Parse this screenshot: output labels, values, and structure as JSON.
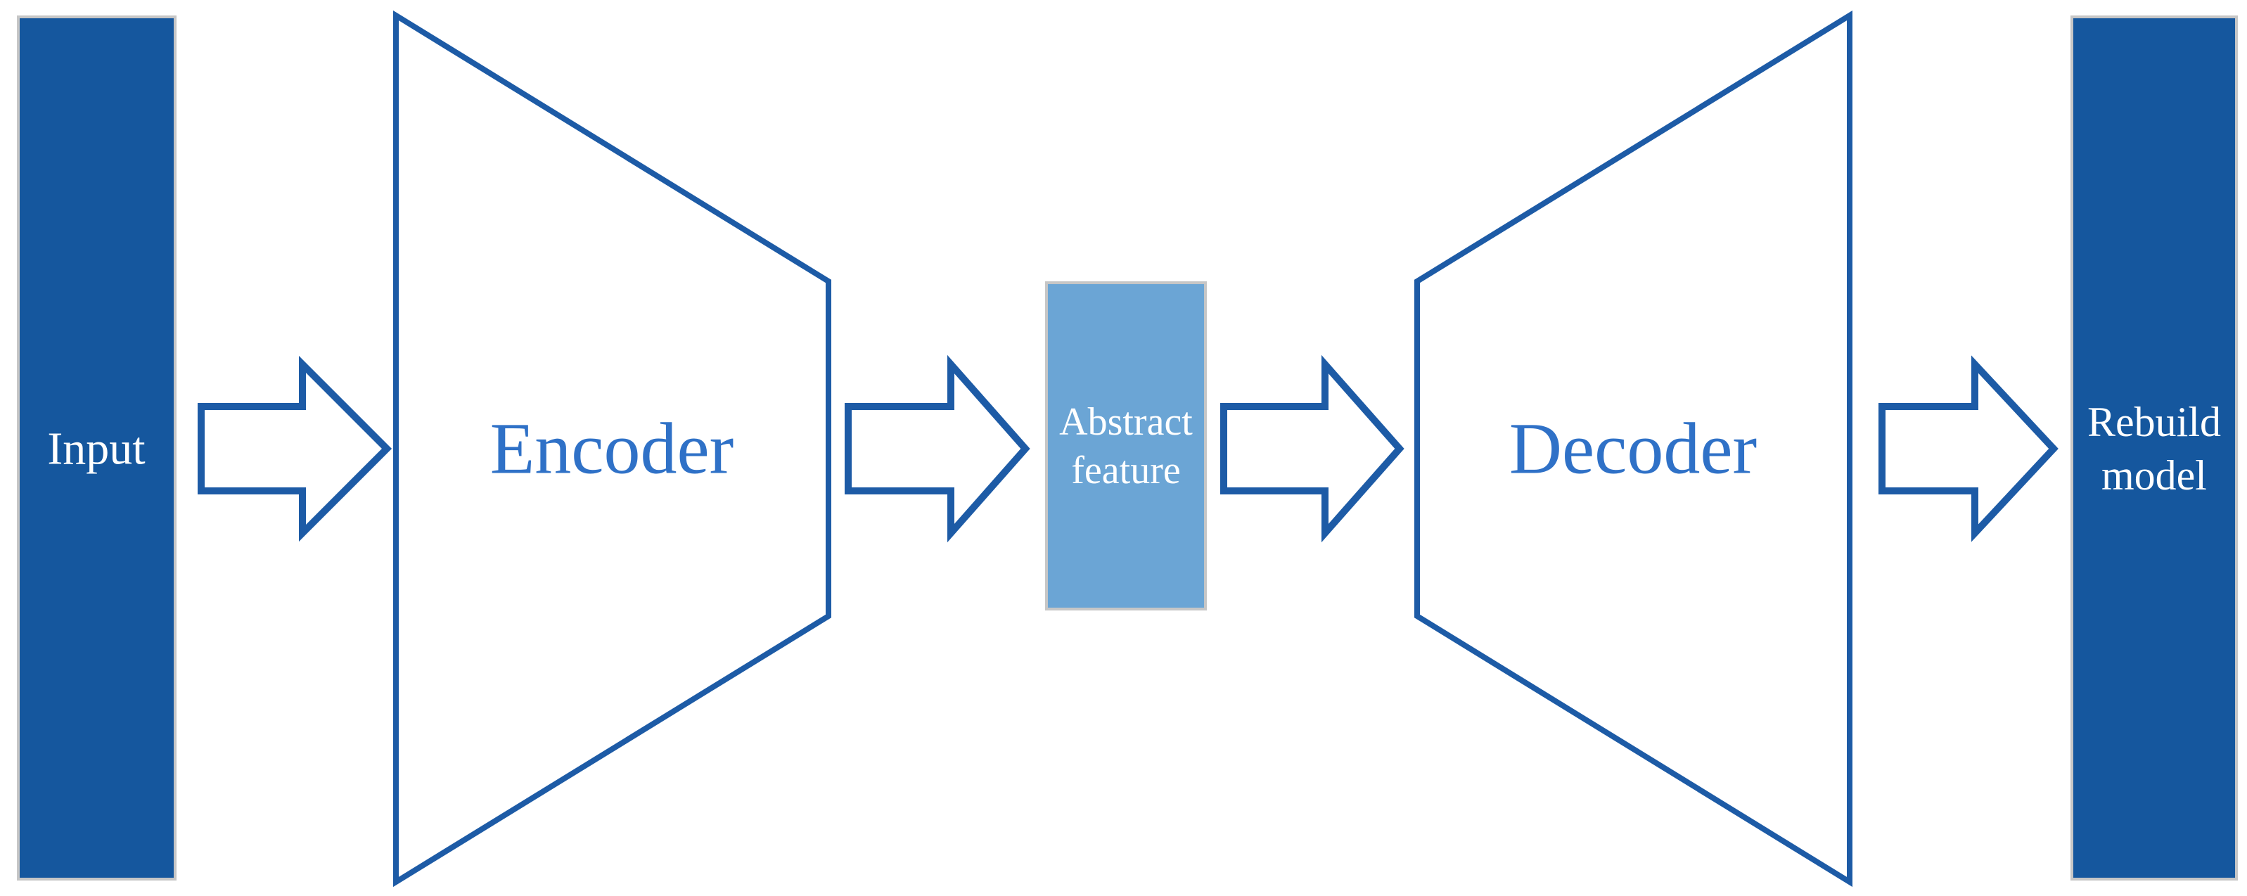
{
  "diagram": {
    "nodes": {
      "input": {
        "label": "Input"
      },
      "encoder": {
        "label": "Encoder"
      },
      "abstract_feature": {
        "line1": "Abstract",
        "line2": "feature"
      },
      "decoder": {
        "label": "Decoder"
      },
      "rebuild": {
        "line1": "Rebuild",
        "line2": "model"
      }
    },
    "colors": {
      "dark_blue_fill": "#15579E",
      "light_blue_fill": "#6BA5D5",
      "outline_blue": "#1D5BA6",
      "label_text_blue": "#2F71C7",
      "box_border_gray": "#C6C6C6",
      "text_white": "#FFFFFF",
      "background": "#FFFFFF"
    }
  }
}
